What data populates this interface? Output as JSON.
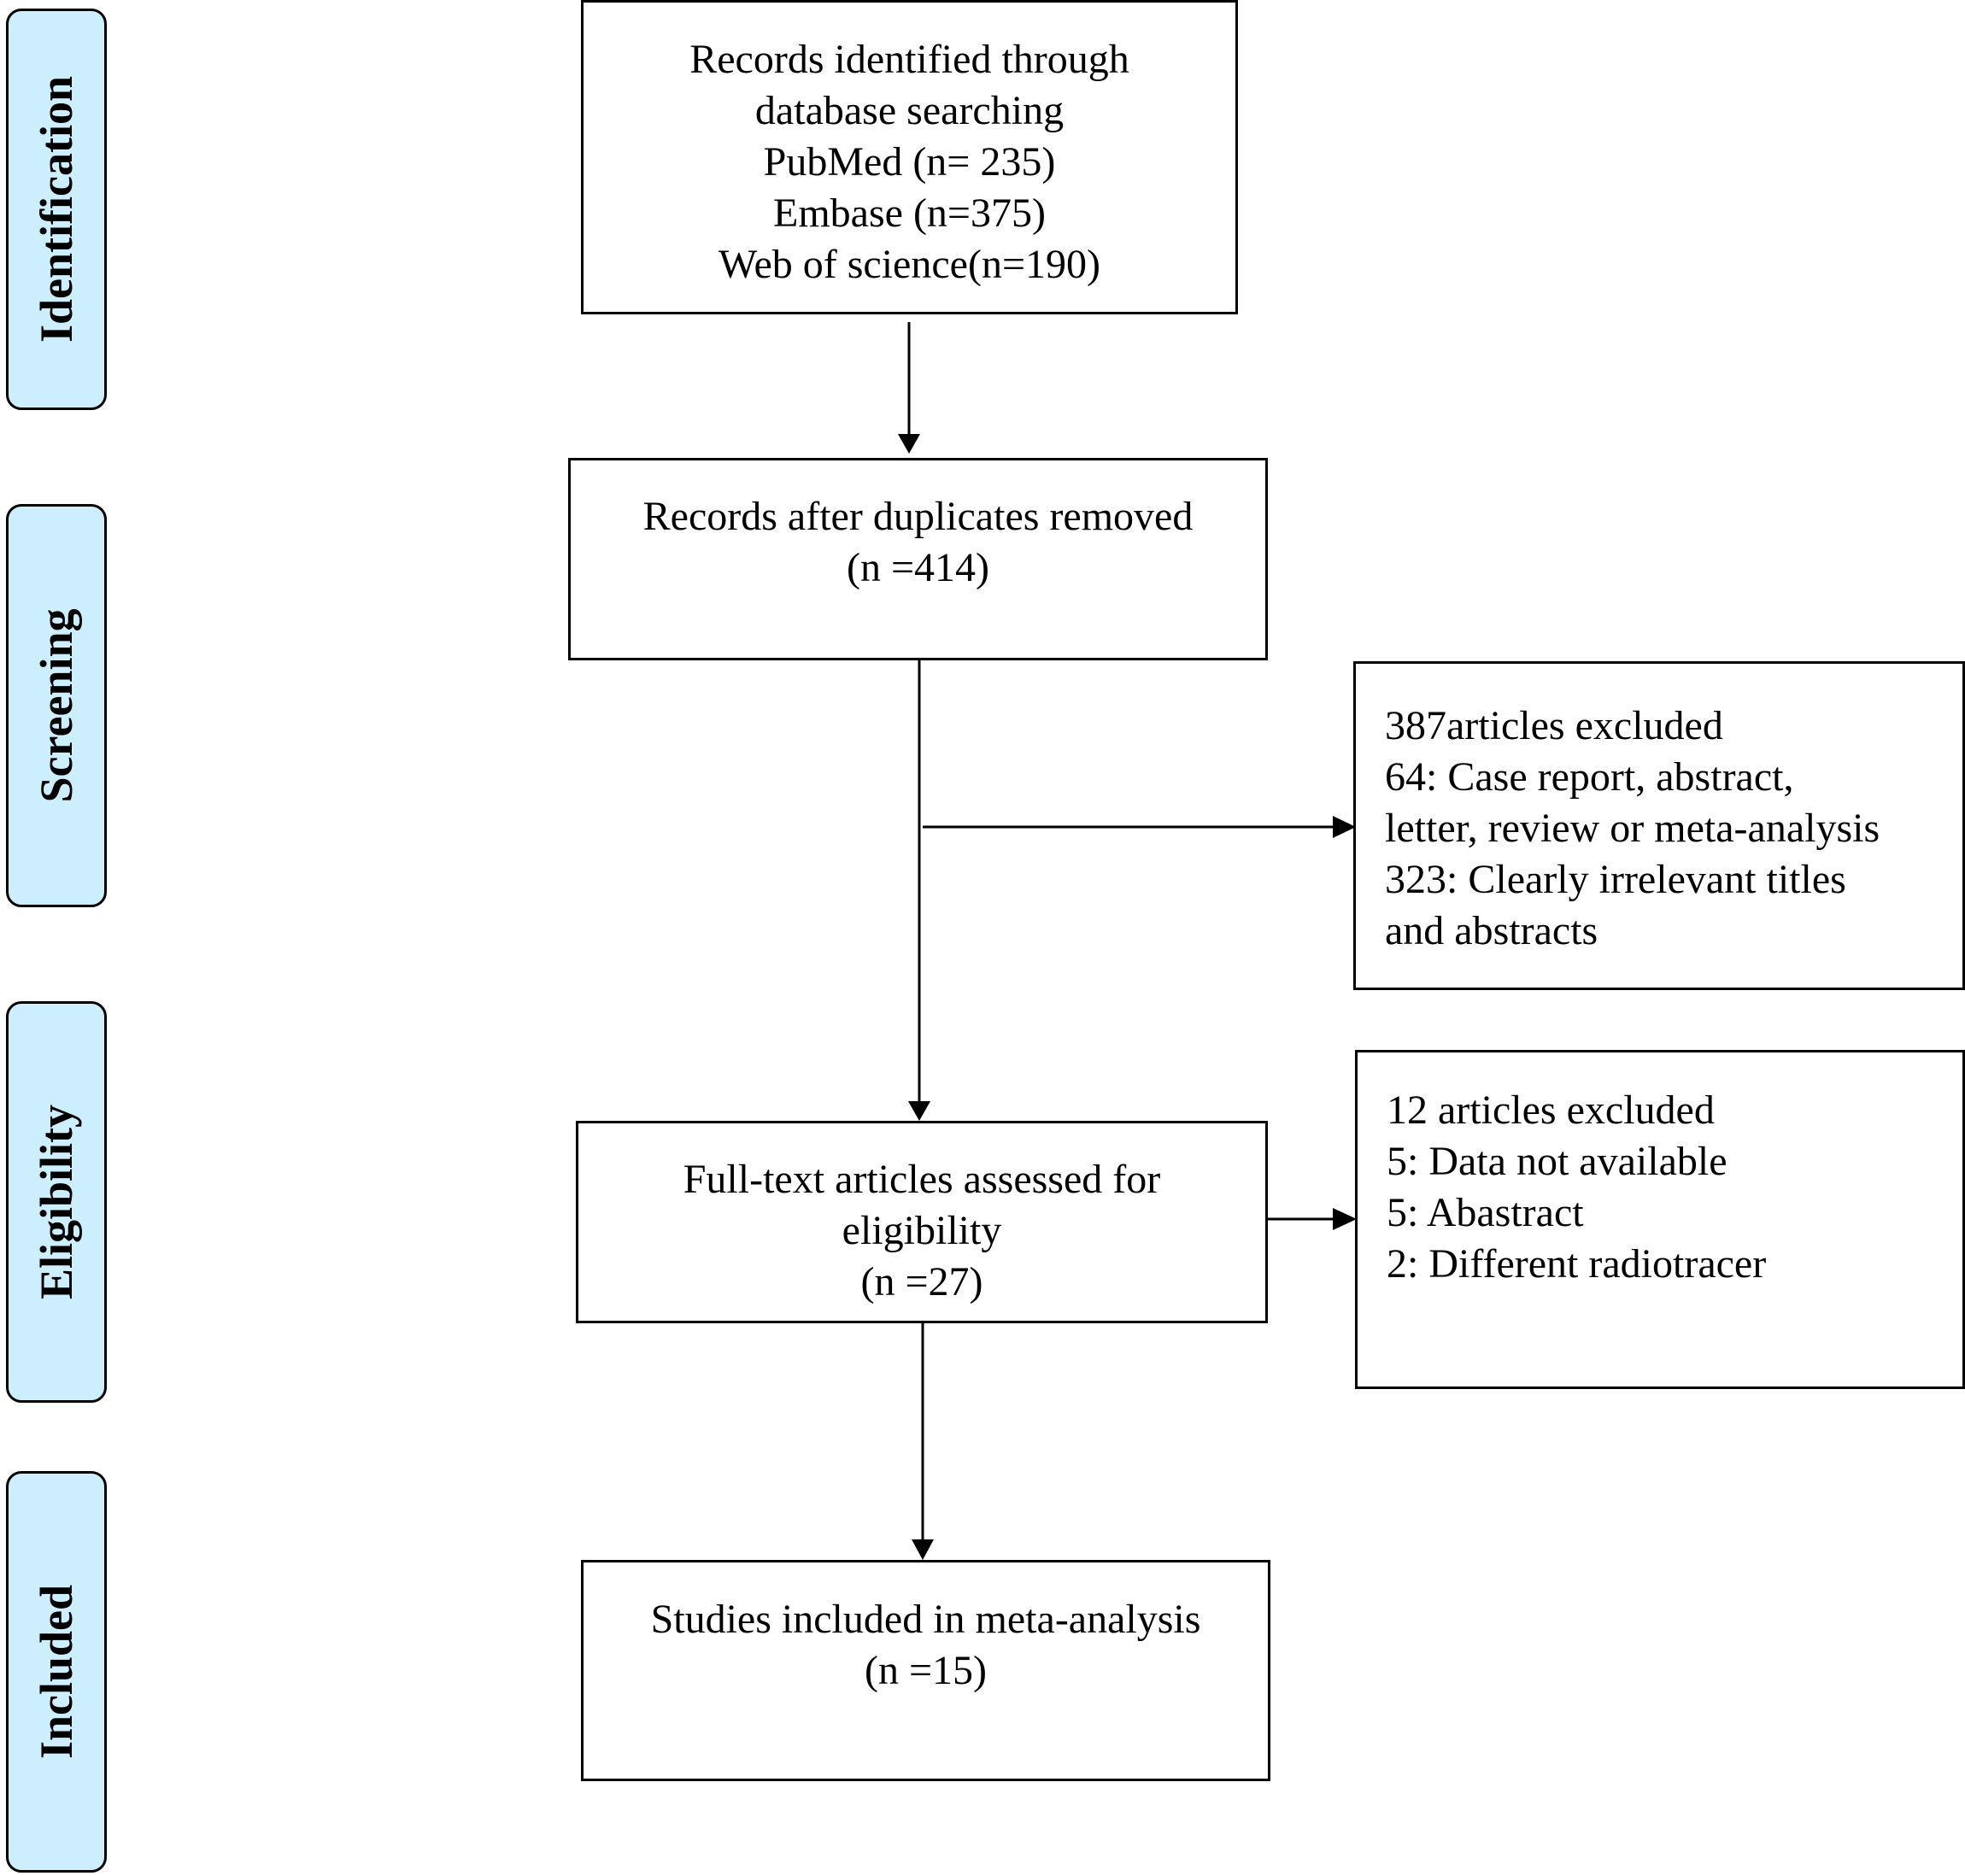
{
  "phases": {
    "identification": "Identification",
    "screening": "Screening",
    "eligibility": "Eligibility",
    "included": "Included"
  },
  "boxes": {
    "identified": {
      "lines": [
        "Records identified through",
        "database searching",
        "PubMed (n= 235)",
        "Embase (n=375)",
        "Web of science(n=190)"
      ]
    },
    "duplicates_removed": {
      "lines": [
        "Records after duplicates removed",
        "(n =414)"
      ]
    },
    "screening_excluded": {
      "lines": [
        "387articles excluded",
        "64: Case report, abstract,",
        "letter, review or meta-analysis",
        "323: Clearly irrelevant titles",
        "and abstracts"
      ]
    },
    "full_text": {
      "lines": [
        "Full-text articles assessed for",
        "eligibility",
        "(n =27)"
      ]
    },
    "eligibility_excluded": {
      "lines": [
        "12 articles excluded",
        "5: Data not available",
        "5: Abastract",
        "2: Different radiotracer"
      ]
    },
    "included": {
      "lines": [
        "Studies included in meta-analysis",
        "(n =15)"
      ]
    }
  },
  "colors": {
    "phase_fill": "#cdeefc",
    "line": "#000000",
    "box_fill": "#ffffff"
  }
}
